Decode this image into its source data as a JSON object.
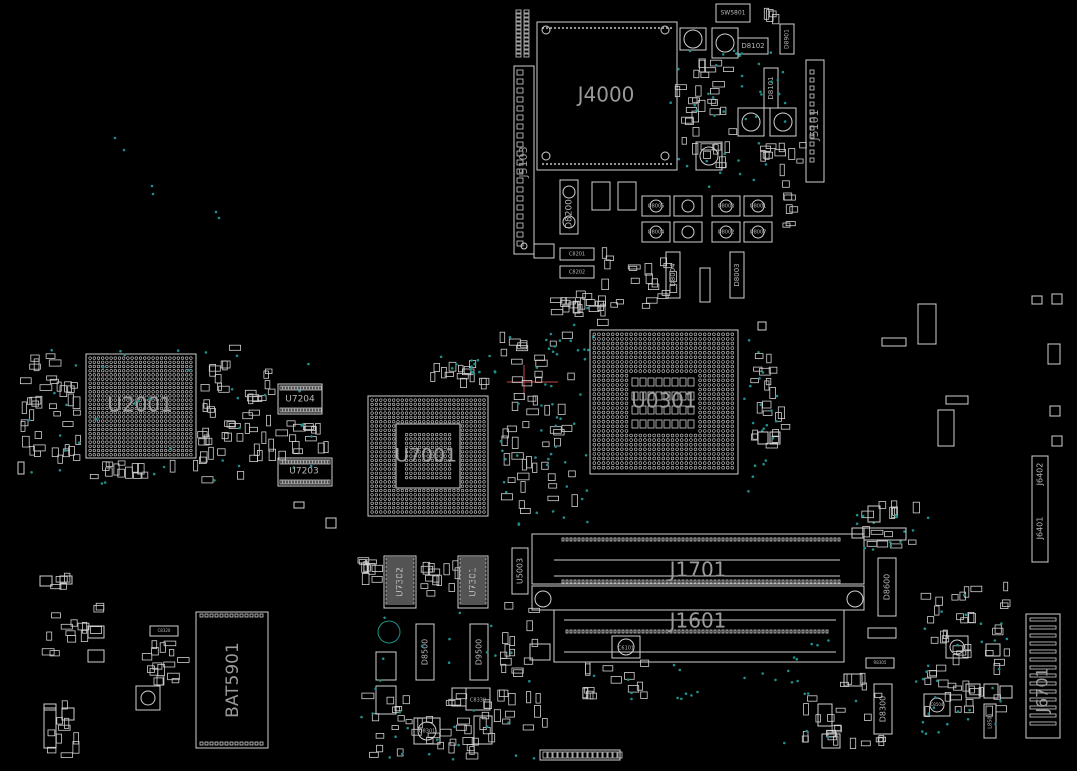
{
  "colors": {
    "background": "#000000",
    "outline": "#d0d0d0",
    "label": "#9a9a9a",
    "via": "#1f8f8a",
    "cursor": "#c9494a"
  },
  "labels": {
    "j4000": "J4000",
    "j5103": "J5103",
    "j5101": "J5101",
    "j1701": "J1701",
    "j1601": "J1601",
    "j6701": "J6701",
    "j6401": "J6401",
    "j6402": "J6402",
    "u2001": "U2001",
    "u7001": "U7001",
    "u0301": "U0301",
    "u7204": "U7204",
    "u7203": "U7203",
    "u7302": "U7302",
    "u7301": "U7301",
    "u5003": "U5003",
    "bat5901": "BAT5901",
    "d8200": "D8200",
    "d8600": "D8600",
    "d8500": "D8500",
    "d9500": "D9500",
    "d8300": "D8300",
    "d8004": "D8004",
    "d8003": "D8003",
    "d8102": "D8102",
    "d8101": "D8101",
    "d8901": "D8901",
    "sw5801": "SW5801",
    "q8301": "Q8301",
    "l8501": "L8501",
    "l8304": "L8304"
  },
  "misc": {
    "small_caps": [
      "C8201",
      "C8202",
      "Q8005",
      "Q8004",
      "Q8003",
      "Q8002",
      "Q8001",
      "Q8007",
      "Q8006",
      "C6101",
      "R8305",
      "C8330",
      "C8504",
      "C8320",
      "C8501",
      "C8502"
    ]
  }
}
